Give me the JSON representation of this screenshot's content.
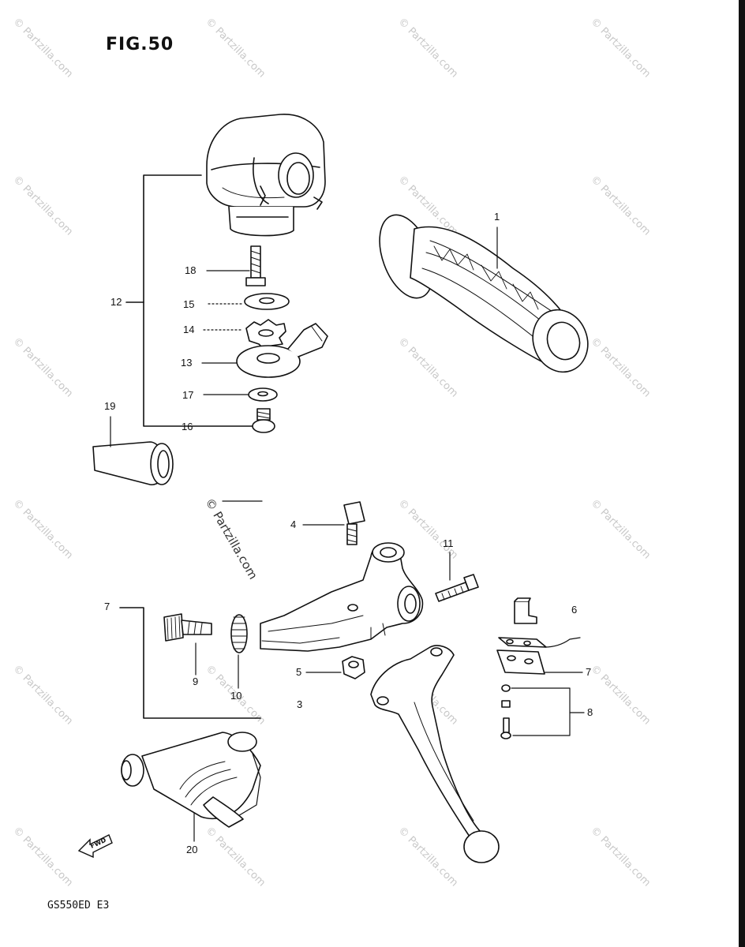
{
  "figure": {
    "title": "FIG.50",
    "model_code": "GS550ED E3"
  },
  "watermark": {
    "text": "© Partzilla.com",
    "main_text": "© Partzilla.com"
  },
  "callouts": {
    "c1": "1",
    "c3": "3",
    "c4": "4",
    "c5": "5",
    "c6": "6",
    "c7a": "7",
    "c7b": "7",
    "c8": "8",
    "c9": "9",
    "c10": "10",
    "c11": "11",
    "c12": "12",
    "c13": "13",
    "c14": "14",
    "c15": "15",
    "c16": "16",
    "c17": "17",
    "c18": "18",
    "c19": "19",
    "c20": "20"
  },
  "colors": {
    "ink": "#111111",
    "paper": "#ffffff",
    "watermark": "#c8c8c8"
  },
  "icons": {
    "fwd_arrow": "fwd-arrow-icon"
  }
}
